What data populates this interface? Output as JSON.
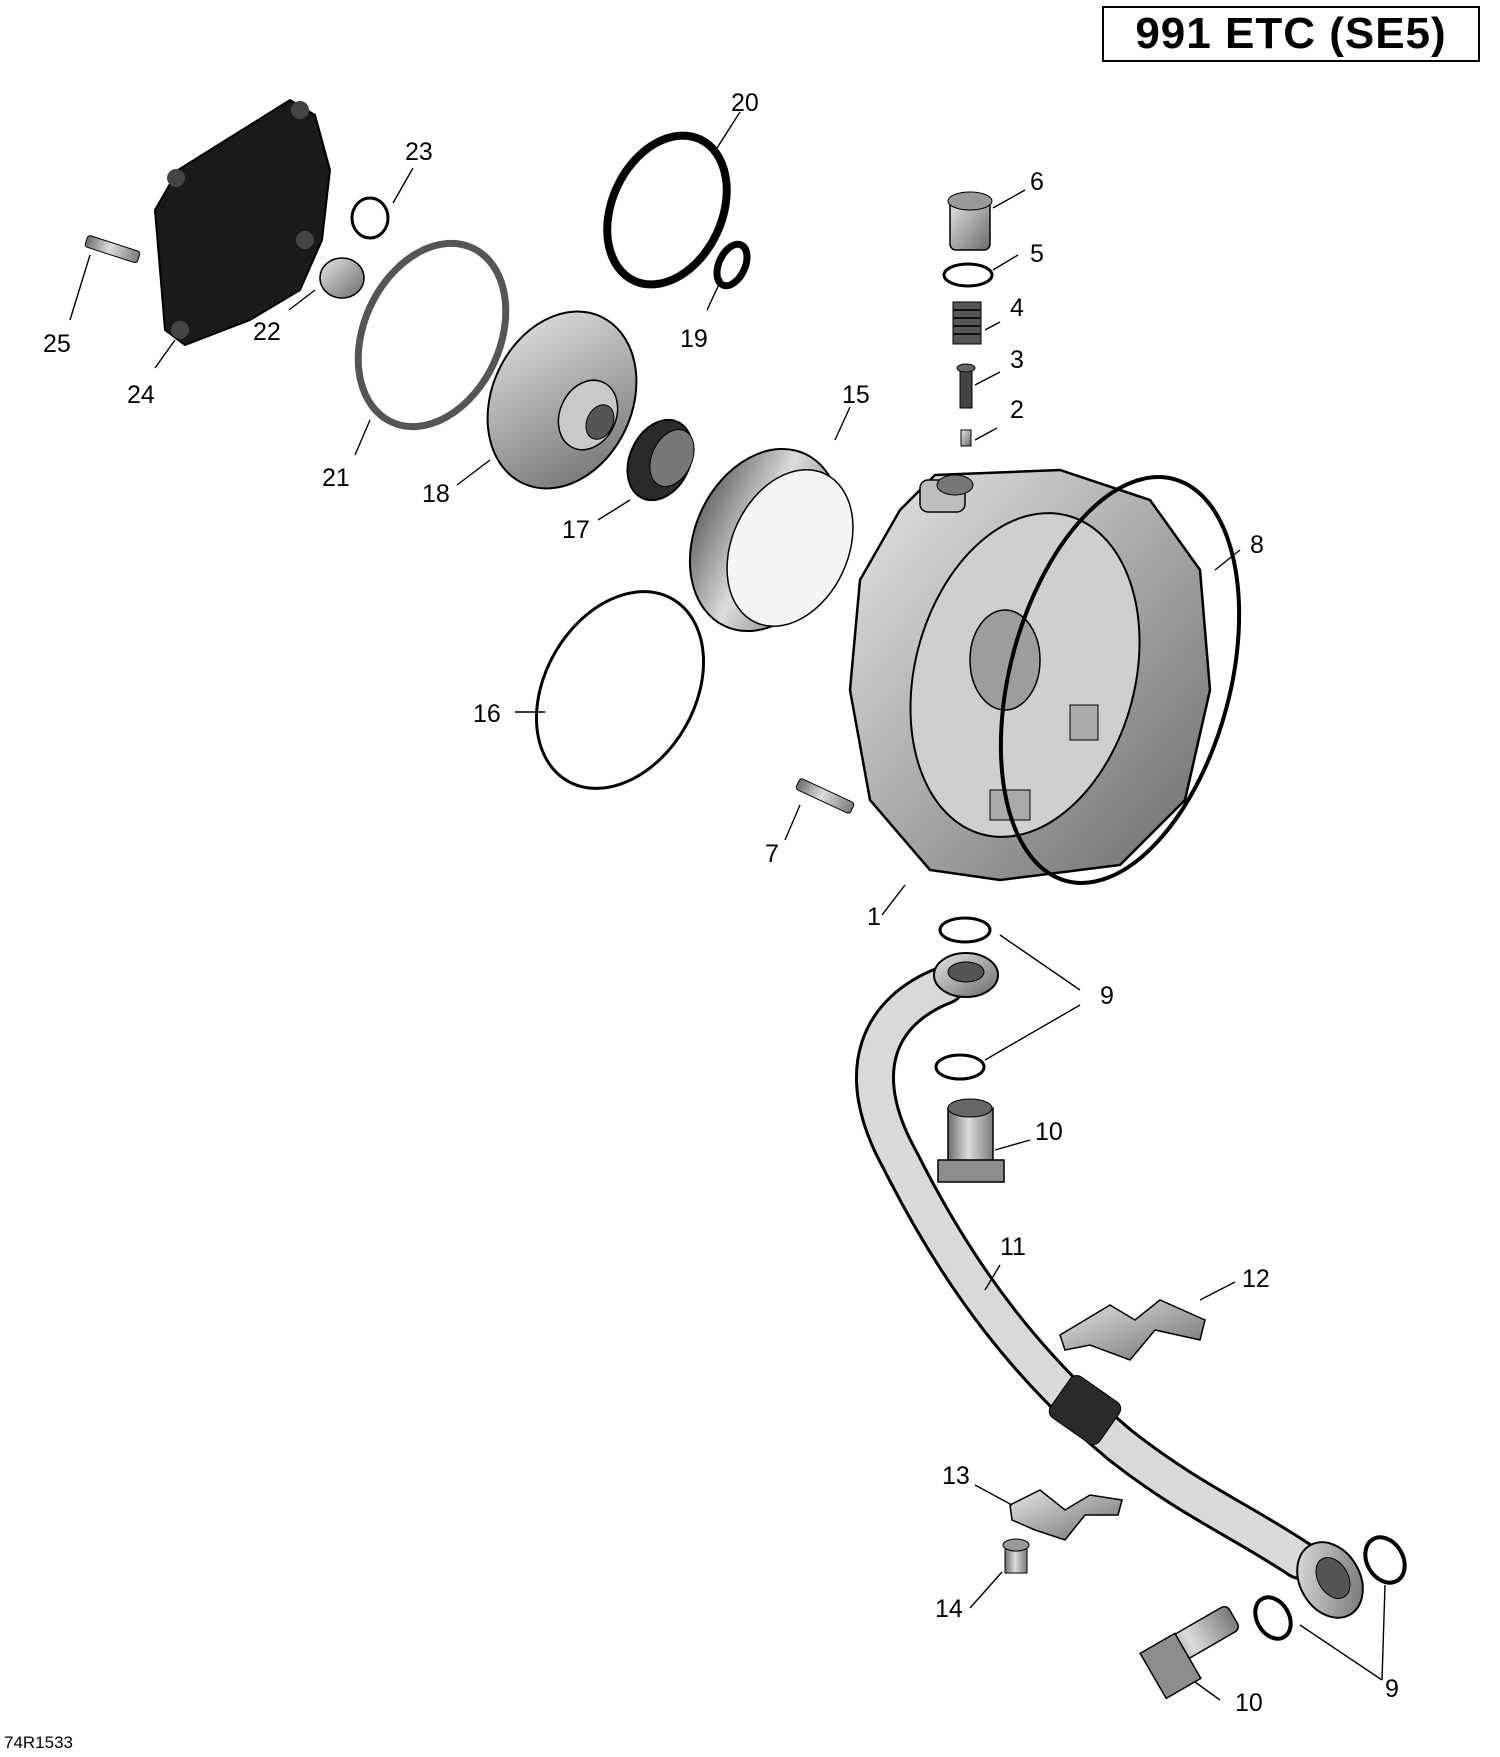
{
  "header": {
    "model_label": "991 ETC (SE5)"
  },
  "footer": {
    "figure_code": "74R1533"
  },
  "callouts": [
    "1",
    "2",
    "3",
    "4",
    "5",
    "6",
    "7",
    "8",
    "9",
    "9",
    "10",
    "10",
    "11",
    "12",
    "13",
    "14",
    "15",
    "16",
    "17",
    "18",
    "19",
    "20",
    "21",
    "22",
    "23",
    "24",
    "25"
  ],
  "colors": {
    "ink": "#000000",
    "part_fill": "#b8b8b8",
    "part_dark": "#1a1a1a",
    "background": "#ffffff"
  }
}
